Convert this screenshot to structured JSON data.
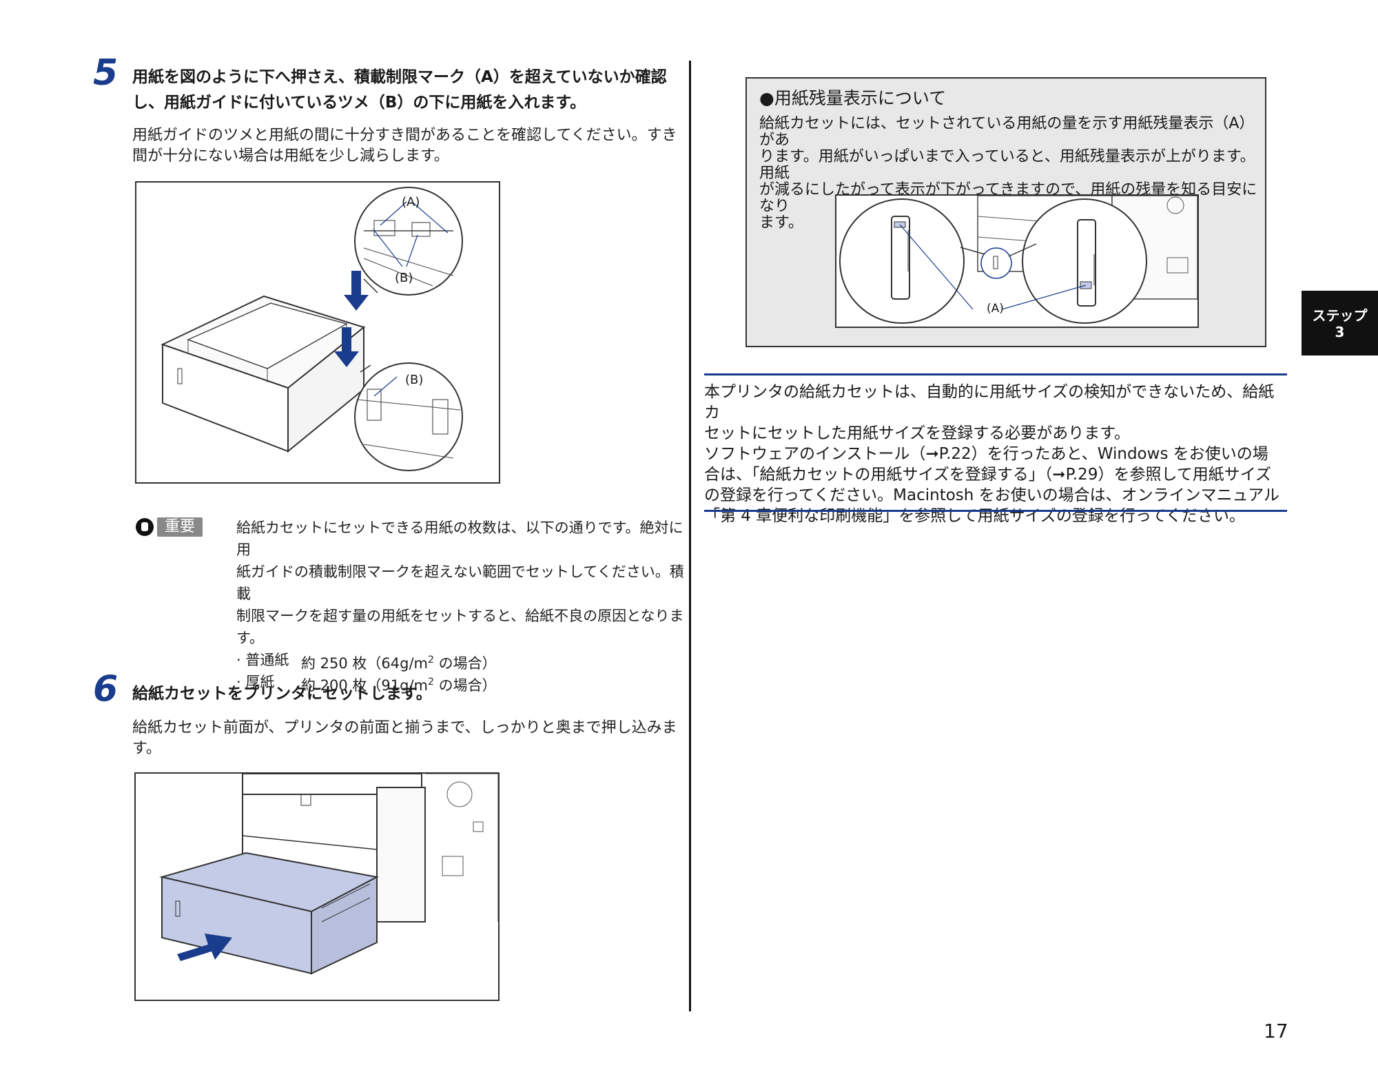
{
  "step5": {
    "number": "5",
    "title_line1": "用紙を図のように下へ押さえ、積載制限マーク（A）を超えていないか確認",
    "title_line2": "し、用紙ガイドに付いているツメ（B）の下に用紙を入れます。",
    "body_line1": "用紙ガイドのツメと用紙の間に十分すき間があることを確認してください。すき",
    "body_line2": "間が十分にない場合は用紙を少し減らします。",
    "figure": {
      "label_a": "(A)",
      "label_b1": "(B)",
      "label_b2": "(B)"
    }
  },
  "important": {
    "badge": "重要",
    "line1": "給紙カセットにセットできる用紙の枚数は、以下の通りです。絶対に用",
    "line2": "紙ガイドの積載制限マークを超えない範囲でセットしてください。積載",
    "line3": "制限マークを超す量の用紙をセットすると、給紙不良の原因となりま",
    "line4": "す。",
    "item1_name": "· 普通紙",
    "item1_value": "約 250 枚（64g/m",
    "item1_sup": "2",
    "item1_end": " の場合）",
    "item2_name": "· 厚紙",
    "item2_value": "約 200 枚（91g/m",
    "item2_sup": "2",
    "item2_end": " の場合）"
  },
  "step6": {
    "number": "6",
    "title": "給紙カセットをプリンタにセットします。",
    "body_line1": "給紙カセット前面が、プリンタの前面と揃うまで、しっかりと奥まで押し込みま",
    "body_line2": "す。"
  },
  "info": {
    "title": "●用紙残量表示について",
    "line1": "給紙カセットには、セットされている用紙の量を示す用紙残量表示（A）があ",
    "line2": "ります。用紙がいっぱいまで入っていると、用紙残量表示が上がります。用紙",
    "line3": "が減るにしたがって表示が下がってきますので、用紙の残量を知る目安になり",
    "line4": "ます。",
    "figure_label": "(A)"
  },
  "note": {
    "line1": "本プリンタの給紙カセットは、自動的に用紙サイズの検知ができないため、給紙カ",
    "line2": "セットにセットした用紙サイズを登録する必要があります。",
    "line3": "ソフトウェアのインストール（➞P.22）を行ったあと、Windows をお使いの場",
    "line4": "合は、「給紙カセットの用紙サイズを登録する」（➞P.29）を参照して用紙サイズ",
    "line5": "の登録を行ってください。Macintosh をお使いの場合は、オンラインマニュアル",
    "line6": "「第 4 章便利な印刷機能」を参照して用紙サイズの登録を行ってください。"
  },
  "sidetab": {
    "line1": "ステップ",
    "line2": "3"
  },
  "page_number": "17",
  "colors": {
    "accent": "#1a3c8c",
    "info_bg": "#e8e8e8",
    "tray_fill": "#c3cbe6"
  }
}
